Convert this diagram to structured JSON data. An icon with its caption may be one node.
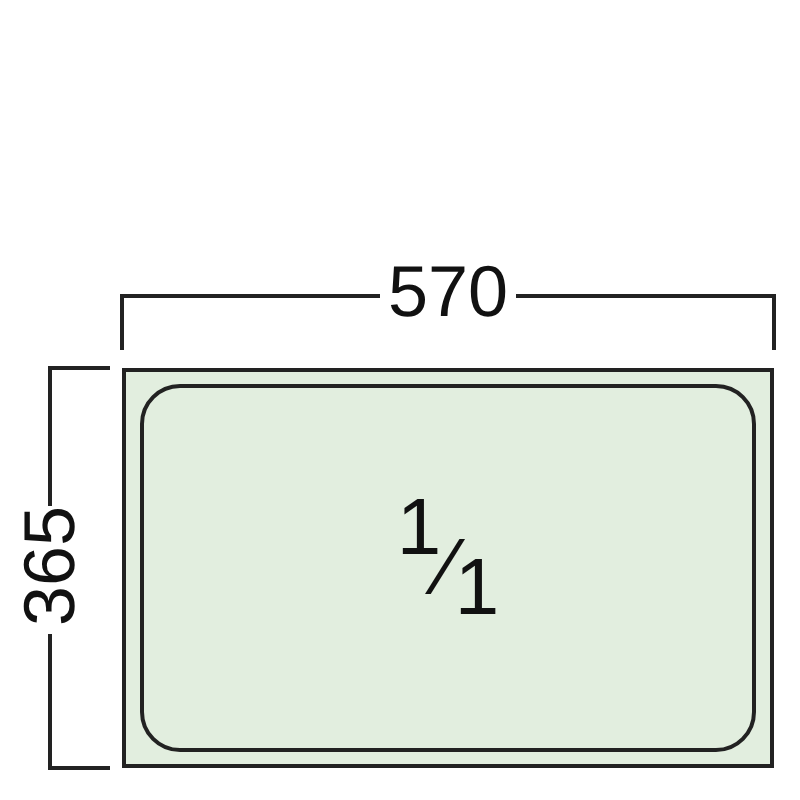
{
  "diagram": {
    "nodes": [
      {
        "text": [
          "$^{1}$⁄$_{1}$"
        ]
      }
    ],
    "labels": [
      "570",
      "365"
    ]
  }
}
